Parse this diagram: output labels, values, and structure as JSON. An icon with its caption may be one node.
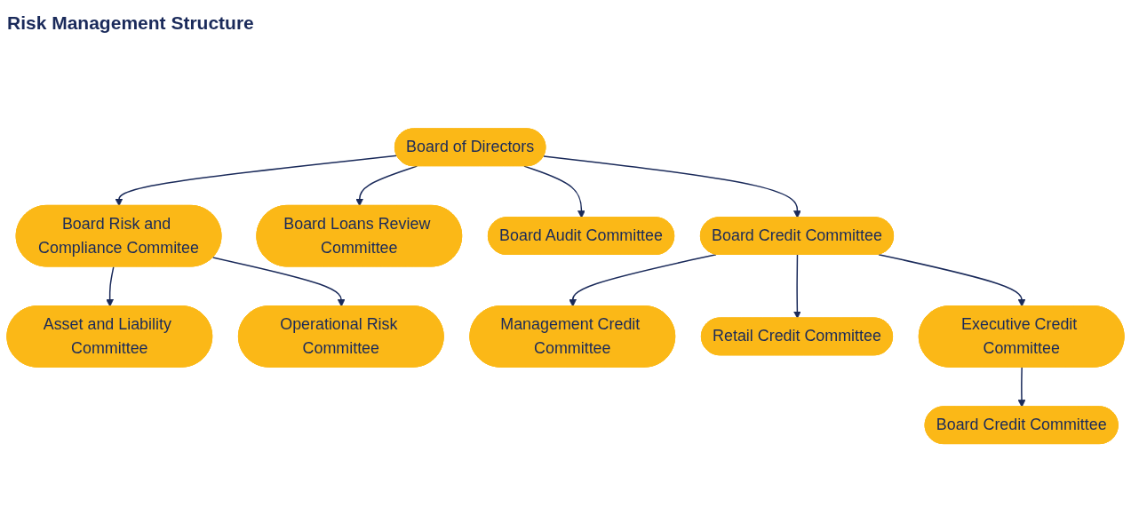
{
  "diagram": {
    "title": "Risk Management Structure",
    "nodes": [
      {
        "text": [
          "Board of Directors"
        ]
      },
      {
        "text": [
          "Board Risk and Compliance Commitee"
        ]
      },
      {
        "text": [
          "Board Loans Review Committee"
        ]
      },
      {
        "text": [
          "Board Audit Committee"
        ]
      },
      {
        "text": [
          "Board Credit Committee"
        ]
      },
      {
        "text": [
          "Asset and Liability Committee"
        ]
      },
      {
        "text": [
          "Operational Risk Committee"
        ]
      },
      {
        "text": [
          "Management Credit Committee"
        ]
      },
      {
        "text": [
          "Retail Credit Committee"
        ]
      },
      {
        "text": [
          "Executive Credit Committee"
        ]
      },
      {
        "text": [
          "Board Credit Committee"
        ]
      }
    ],
    "edges": [
      {
        "from": 0,
        "to": 1,
        "arrow": "to"
      },
      {
        "from": 0,
        "to": 2,
        "arrow": "to"
      },
      {
        "from": 0,
        "to": 3,
        "arrow": "to"
      },
      {
        "from": 0,
        "to": 4,
        "arrow": "to"
      },
      {
        "from": 1,
        "to": 5,
        "arrow": "to"
      },
      {
        "from": 1,
        "to": 6,
        "arrow": "to"
      },
      {
        "from": 4,
        "to": 7,
        "arrow": "to"
      },
      {
        "from": 4,
        "to": 8,
        "arrow": "to"
      },
      {
        "from": 4,
        "to": 9,
        "arrow": "to"
      },
      {
        "from": 9,
        "to": 10,
        "arrow": "to"
      }
    ]
  }
}
